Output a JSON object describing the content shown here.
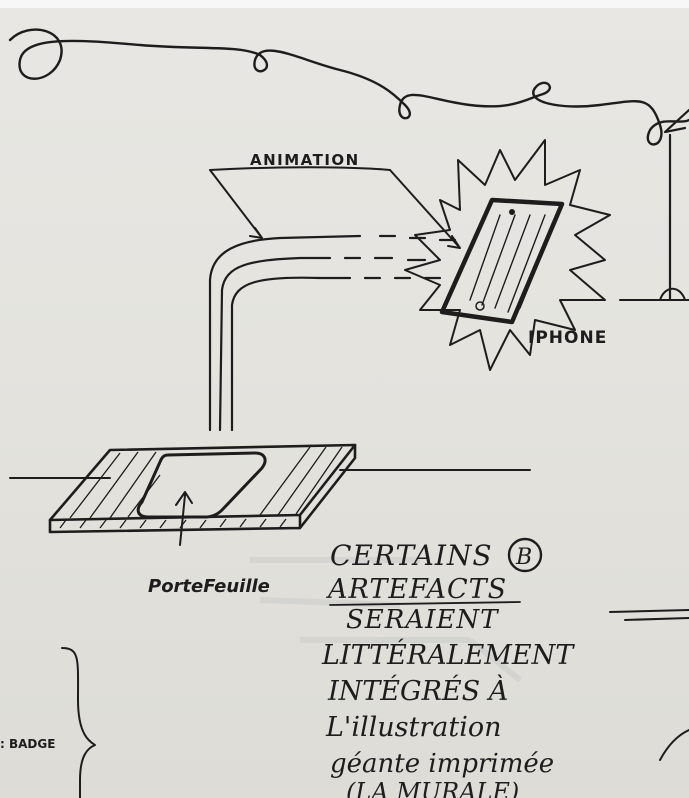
{
  "sketch": {
    "label_animation": "ANIMATION",
    "label_iphone": "IPHONE",
    "label_portefeuille": "PorteFeuille",
    "label_badge": ": BADGE",
    "note_circle_letter": "B",
    "note_lines": [
      "CERTAINS",
      "ARTEFACTS",
      "SERAIENT",
      "LITTÉRALEMENT",
      "INTÉGRÉS À",
      "L'illustration",
      "géante imprimée",
      "(LA MURALE)"
    ]
  },
  "colors": {
    "paper": "#e6e5e1",
    "ink": "#1e1c1d"
  }
}
